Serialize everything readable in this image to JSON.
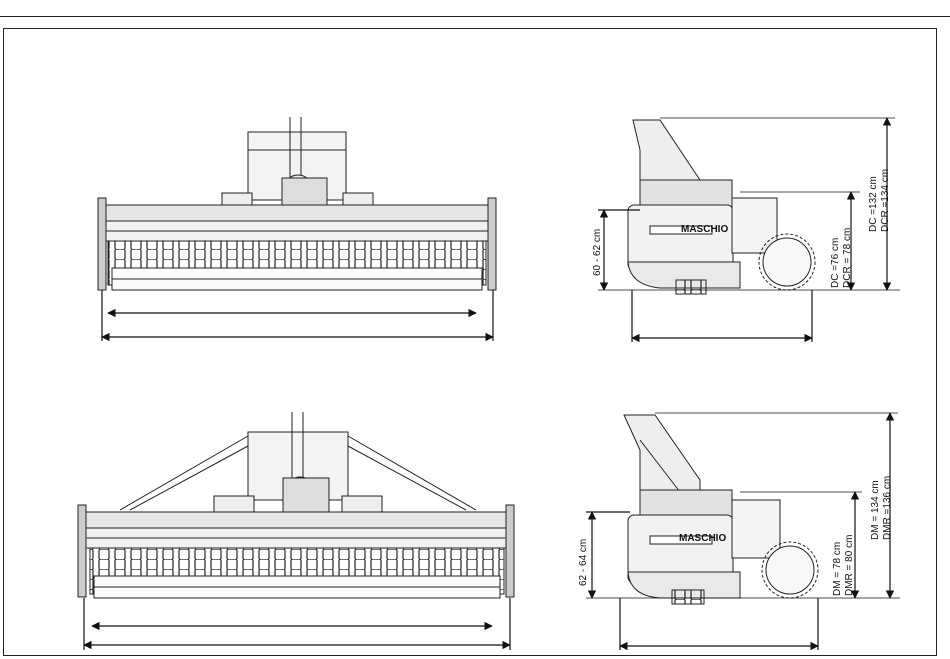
{
  "brand": "MASCHIO",
  "labels": {
    "h1": "60 - 62 cm",
    "h2": "62 - 64 cm",
    "dc": "DC =76 cm",
    "dcr": "DCR = 78 cm",
    "dc_total": "DC =132 cm",
    "dcr_total": "DCR =134 cm",
    "dm": "DM = 78 cm",
    "dmr": "DMR = 80 cm",
    "dm_total": "DM = 134 cm",
    "dmr_total": "DMR =136 cm"
  }
}
